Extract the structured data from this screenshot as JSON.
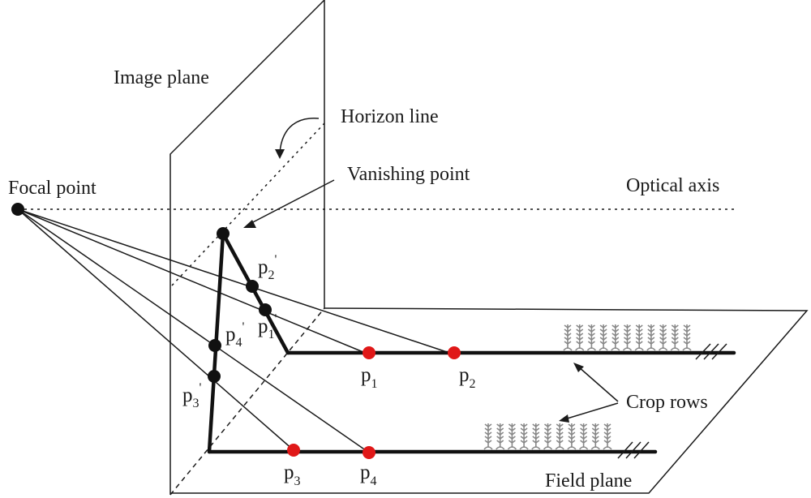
{
  "labels": {
    "image_plane": "Image plane",
    "horizon_line": "Horizon line",
    "vanishing_point": "Vanishing point",
    "focal_point": "Focal point",
    "optical_axis": "Optical axis",
    "crop_rows": "Crop rows",
    "field_plane": "Field plane"
  },
  "points": {
    "p1": {
      "base": "p",
      "sub": "1"
    },
    "p2": {
      "base": "p",
      "sub": "2"
    },
    "p3": {
      "base": "p",
      "sub": "3"
    },
    "p4": {
      "base": "p",
      "sub": "4"
    },
    "p1_img": {
      "base": "p",
      "sub": "1",
      "prime": "'"
    },
    "p2_img": {
      "base": "p",
      "sub": "2",
      "prime": "'"
    },
    "p3_img": {
      "base": "p",
      "sub": "3",
      "prime": "'"
    },
    "p4_img": {
      "base": "p",
      "sub": "4",
      "prime": "'"
    }
  },
  "colors": {
    "field_point": "#e01818",
    "image_point": "#111111",
    "line": "#1a1a1a",
    "plant": "#888888"
  }
}
